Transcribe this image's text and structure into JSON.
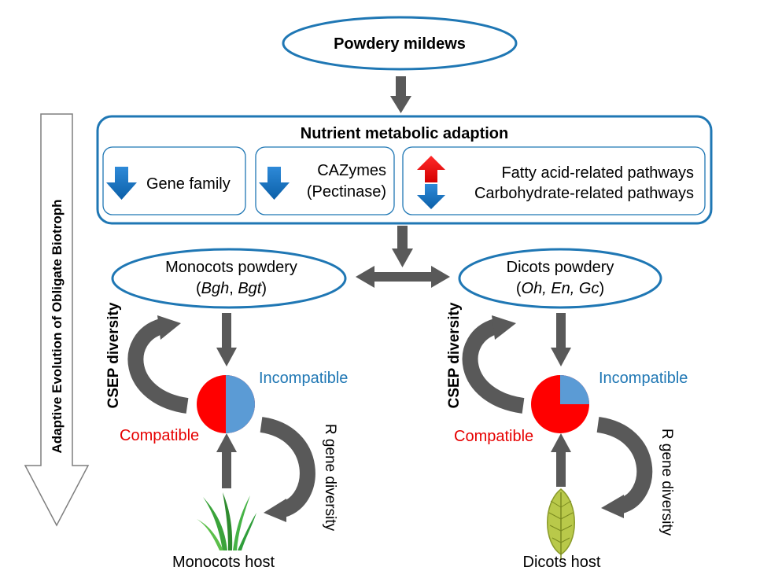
{
  "top": {
    "title": "Powdery mildews"
  },
  "metabolic": {
    "title": "Nutrient metabolic adaption",
    "gene_family": "Gene family",
    "cazymes_line1": "CAZymes",
    "cazymes_line2": "(Pectinase)",
    "fatty": "Fatty acid-related pathways",
    "carbo": "Carbohydrate-related pathways"
  },
  "side_arrow": {
    "label": "Adaptive Evolution of Obligate Biotroph"
  },
  "monocots": {
    "title": "Monocots powdery",
    "species_open": "(",
    "sp1": "Bgh",
    "sep": ", ",
    "sp2": "Bgt",
    "species_close": ")",
    "csep": "CSEP diversity",
    "rgene": "R gene diversity",
    "compatible": "Compatible",
    "incompatible": "Incompatible",
    "host": "Monocots host",
    "incompatible_fraction": 0.5
  },
  "dicots": {
    "title": "Dicots powdery",
    "species_open": "(",
    "species_italic": "Oh, En, Gc",
    "species_close": ")",
    "csep": "CSEP diversity",
    "rgene": "R gene diversity",
    "compatible": "Compatible",
    "incompatible": "Incompatible",
    "host": "Dicots host",
    "incompatible_fraction": 0.25
  },
  "colors": {
    "border_blue": "#1f77b4",
    "arrow_gray": "#595959",
    "compatible_red": "#ff0000",
    "incompatible_blue": "#5b9bd5",
    "text_blue": "#1f77b4",
    "text_red": "#e60000"
  }
}
